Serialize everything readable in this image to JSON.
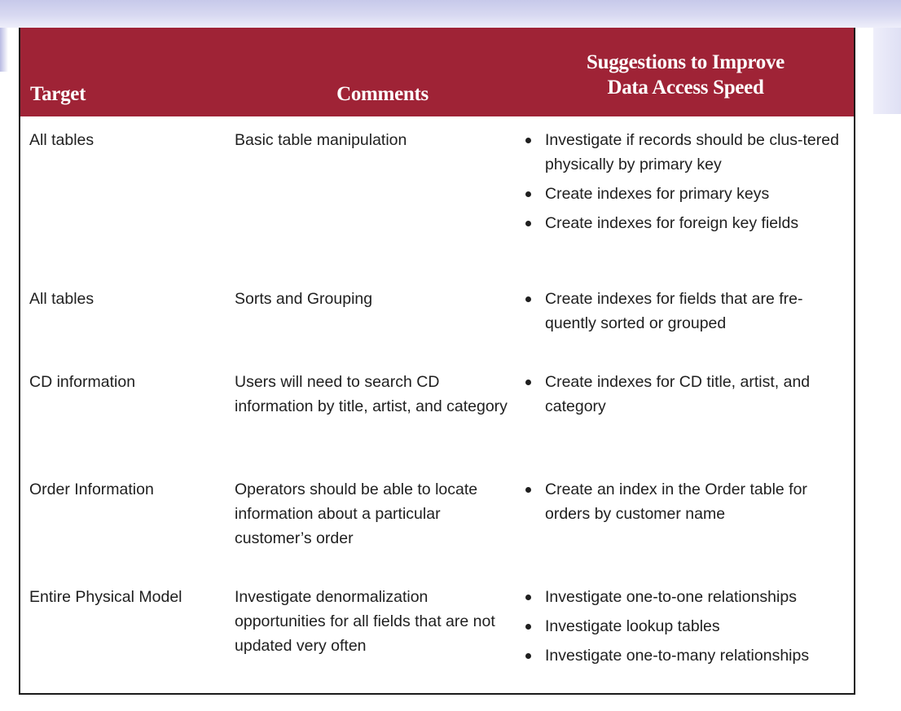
{
  "table": {
    "headers": {
      "target": "Target",
      "comments": "Comments",
      "suggestions_line1": "Suggestions to Improve",
      "suggestions_line2": "Data Access Speed"
    },
    "rows": [
      {
        "target": "All tables",
        "comments": "Basic table manipulation",
        "suggestions": [
          "Investigate if records should be clus-tered physically by primary key",
          "Create indexes for primary keys",
          "Create indexes for foreign key fields"
        ]
      },
      {
        "target": "All tables",
        "comments": "Sorts and Grouping",
        "suggestions": [
          "Create indexes for fields that are fre-quently sorted or grouped"
        ]
      },
      {
        "target": "CD information",
        "comments": "Users will need to search CD information by title, artist, and category",
        "suggestions": [
          "Create indexes for CD title, artist, and category"
        ]
      },
      {
        "target": "Order Information",
        "comments": "Operators should be able to locate information about a particular customer’s order",
        "suggestions": [
          "Create an index in the Order table for orders by customer name"
        ]
      },
      {
        "target": "Entire Physical Model",
        "comments": "Investigate denormalization opportunities for all fields that are not updated very often",
        "suggestions": [
          "Investigate one-to-one relationships",
          "Investigate lookup tables",
          "Investigate one-to-many relationships"
        ]
      }
    ]
  },
  "colors": {
    "header_background": "#9f2336",
    "header_text": "#ffffff",
    "slide_band": "#d8d9f1"
  }
}
